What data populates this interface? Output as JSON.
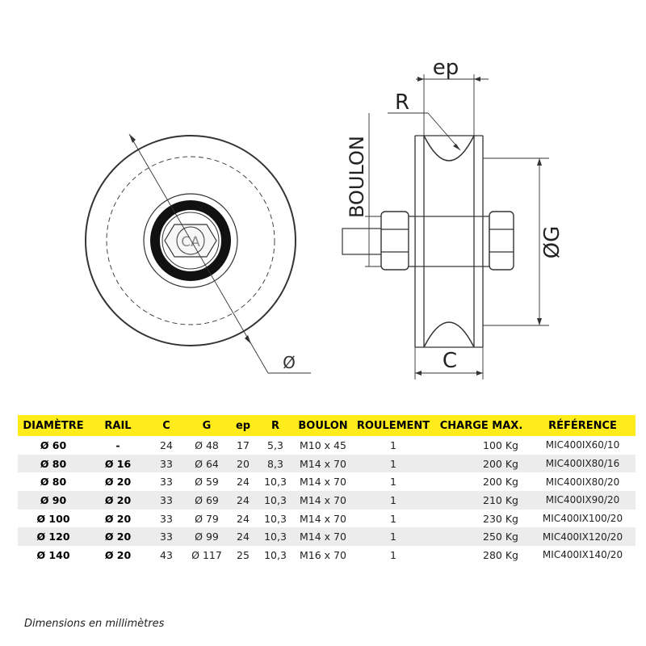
{
  "drawing": {
    "labels": {
      "ep": "ep",
      "r": "R",
      "boulon": "BOULON",
      "g": "ØG",
      "c": "C",
      "diameter_symbol": "Ø",
      "hub_mark": "CA"
    }
  },
  "table": {
    "headers": [
      "DIAMÈTRE",
      "RAIL",
      "C",
      "G",
      "ep",
      "R",
      "BOULON",
      "ROULEMENT",
      "CHARGE MAX.",
      "RÉFÉRENCE"
    ],
    "rows": [
      [
        "Ø 60",
        "-",
        "24",
        "Ø 48",
        "17",
        "5,3",
        "M10 x 45",
        "1",
        "100 Kg",
        "MIC400IX60/10"
      ],
      [
        "Ø 80",
        "Ø 16",
        "33",
        "Ø 64",
        "20",
        "8,3",
        "M14 x 70",
        "1",
        "200 Kg",
        "MIC400IX80/16"
      ],
      [
        "Ø 80",
        "Ø 20",
        "33",
        "Ø 59",
        "24",
        "10,3",
        "M14 x 70",
        "1",
        "200 Kg",
        "MIC400IX80/20"
      ],
      [
        "Ø 90",
        "Ø 20",
        "33",
        "Ø 69",
        "24",
        "10,3",
        "M14 x 70",
        "1",
        "210 Kg",
        "MIC400IX90/20"
      ],
      [
        "Ø 100",
        "Ø 20",
        "33",
        "Ø 79",
        "24",
        "10,3",
        "M14 x 70",
        "1",
        "230 Kg",
        "MIC400IX100/20"
      ],
      [
        "Ø 120",
        "Ø 20",
        "33",
        "Ø 99",
        "24",
        "10,3",
        "M14 x 70",
        "1",
        "250 Kg",
        "MIC400IX120/20"
      ],
      [
        "Ø 140",
        "Ø 20",
        "43",
        "Ø 117",
        "25",
        "10,3",
        "M16 x 70",
        "1",
        "280 Kg",
        "MIC400IX140/20"
      ]
    ]
  },
  "footnote": "Dimensions en millimètres",
  "colors": {
    "header_bg": "#ffec1a",
    "stripe_bg": "#ececec"
  }
}
